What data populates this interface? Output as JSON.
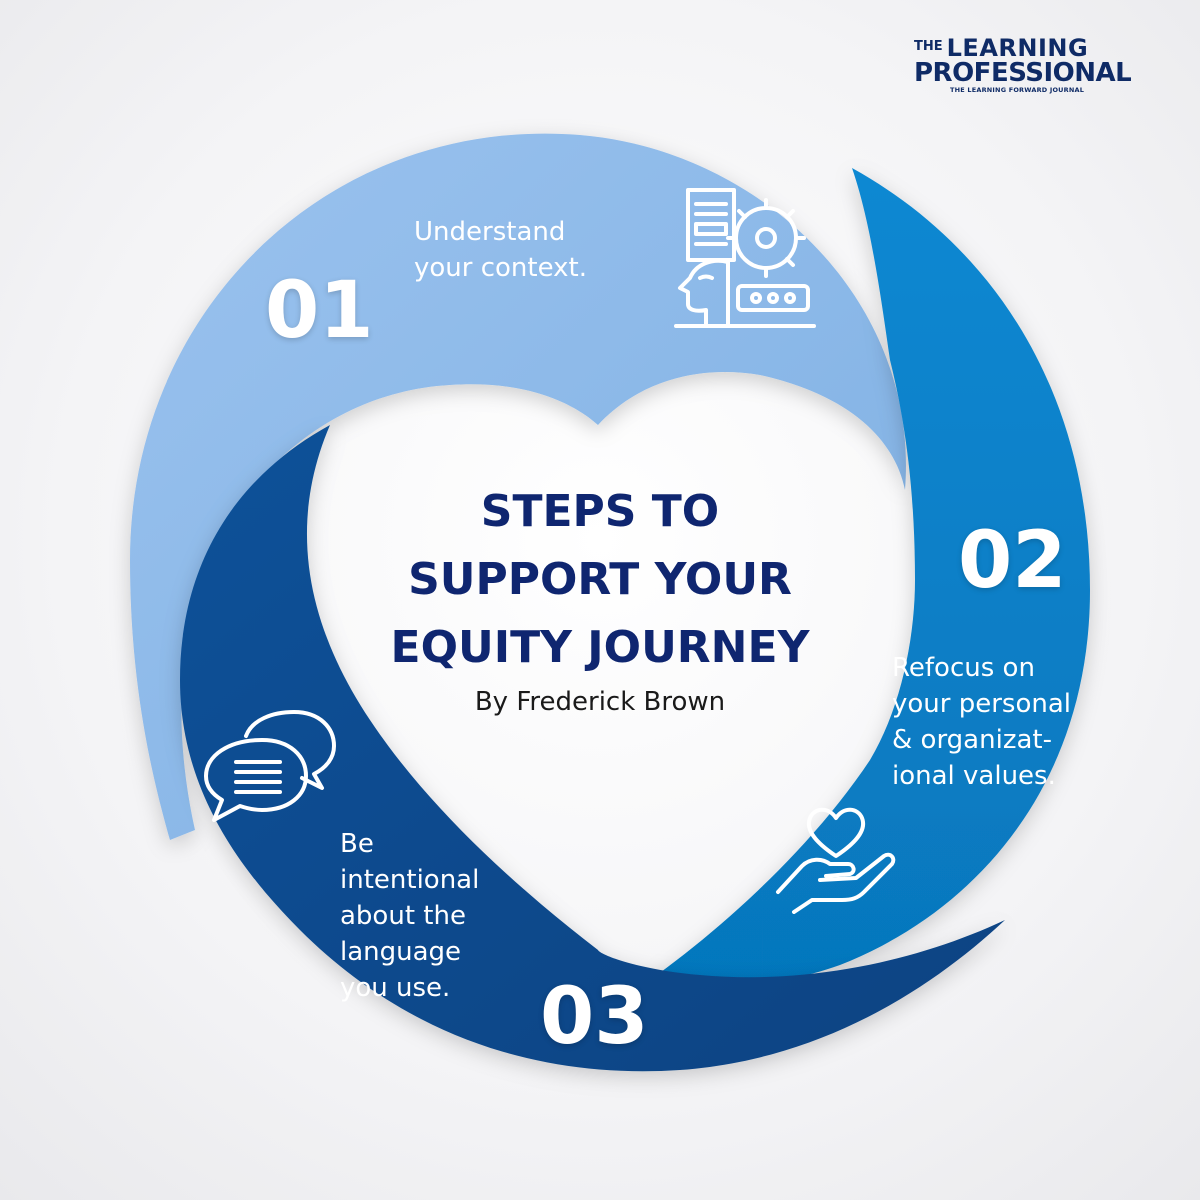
{
  "logo": {
    "the": "THE",
    "learning": "LEARNING",
    "professional": "PROFESSIONAL",
    "tagline": "THE LEARNING FORWARD JOURNAL"
  },
  "title": {
    "line1": "STEPS TO",
    "line2": "SUPPORT YOUR",
    "line3": "EQUITY JOURNEY"
  },
  "byline": "By Frederick Brown",
  "colors": {
    "step1": "#8db8e8",
    "step2": "#0a80c8",
    "step3": "#0c4a8c",
    "title": "#0f2670"
  },
  "steps": [
    {
      "number": "01",
      "lines": [
        "Understand",
        "your context."
      ],
      "icon": "mind-gear-document-icon"
    },
    {
      "number": "02",
      "lines": [
        "Refocus on",
        "your personal",
        "& organizat-",
        "ional values."
      ],
      "icon": "heart-in-hand-icon"
    },
    {
      "number": "03",
      "lines": [
        "Be",
        "intentional",
        "about the",
        "language",
        "you use."
      ],
      "icon": "speech-bubbles-icon"
    }
  ]
}
